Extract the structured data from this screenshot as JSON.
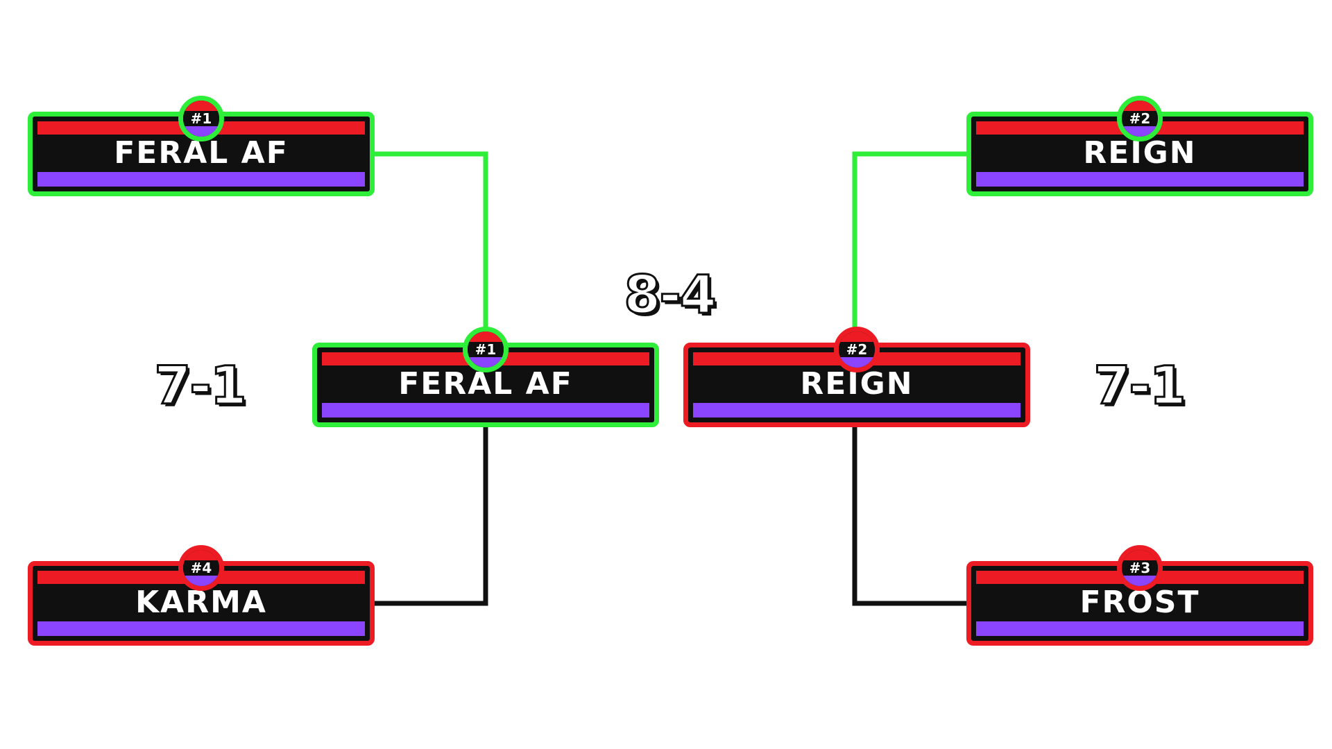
{
  "colors": {
    "win_border": "#2eee3a",
    "loss_border": "#ed1c24",
    "band_red": "#ed1c24",
    "band_purple": "#8b45ff",
    "card_black": "#101010",
    "win_connector": "#2eee3a",
    "loss_connector": "#101010"
  },
  "teams": {
    "semi_left_top": {
      "seed": "#1",
      "name": "FERAL AF",
      "status": "win"
    },
    "semi_left_bottom": {
      "seed": "#4",
      "name": "KARMA",
      "status": "loss"
    },
    "semi_right_top": {
      "seed": "#2",
      "name": "REIGN",
      "status": "win"
    },
    "semi_right_bottom": {
      "seed": "#3",
      "name": "FROST",
      "status": "loss"
    },
    "final_left": {
      "seed": "#1",
      "name": "FERAL AF",
      "status": "win"
    },
    "final_right": {
      "seed": "#2",
      "name": "REIGN",
      "status": "loss"
    }
  },
  "scores": {
    "left_semifinal": "7-1",
    "right_semifinal": "7-1",
    "final": "8-4"
  }
}
